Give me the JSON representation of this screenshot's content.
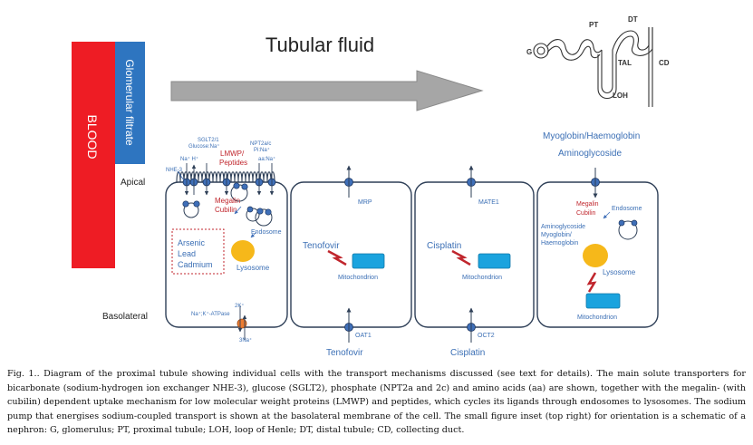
{
  "title": "Tubular fluid",
  "blood_label": "BLOOD",
  "filtrate_label": "Glomerular filtrate",
  "apical_label": "Apical",
  "basolateral_label": "Basolateral",
  "nephron_inset": {
    "g": "G",
    "pt": "PT",
    "dt": "DT",
    "tal": "TAL",
    "cd": "CD",
    "loh": "LOH"
  },
  "cell1": {
    "sglt": "SGLT2/1",
    "glucose": "Glucose:Na⁺",
    "npt": "NPT2a/c",
    "pi": "Pi:Na⁺",
    "na_h": "Na⁺  H⁺",
    "lmwp": "LMWP/",
    "peptides": "Peptides",
    "aa": "aa:Na⁺",
    "nhe": "NHE-3",
    "megalin": "Megalin",
    "cubilin": "Cubilin",
    "endosome": "Endosome",
    "arsenic": "Arsenic",
    "lead": "Lead",
    "cadmium": "Cadmium",
    "lysosome": "Lysosome",
    "atpase": "Na⁺;K⁺-ATPase",
    "k": "2K⁺",
    "na": "3Na⁺"
  },
  "cell2": {
    "mrp": "MRP",
    "drug": "Tenofovir",
    "mito": "Mitochondrion",
    "oat": "OAT1",
    "below": "Tenofovir"
  },
  "cell3": {
    "mate": "MATE1",
    "drug": "Cisplatin",
    "mito": "Mitochondrion",
    "oct": "OCT2",
    "below": "Cisplatin"
  },
  "cell4": {
    "top1": "Myoglobin/Haemoglobin",
    "top2": "Aminoglycoside",
    "megalin": "Megalin",
    "cubilin": "Cubilin",
    "endosome": "Endosome",
    "amino": "Aminoglycoside",
    "myo": "Myoglobin/",
    "haemo": "Haemoglobin",
    "lysosome": "Lysosome",
    "mito": "Mitochondrion"
  },
  "caption": {
    "label": "Fig. 1..",
    "text": " Diagram of the proximal tubule showing individual cells with the transport mechanisms discussed (see text for details). The main solute transporters for bicarbonate (sodium-hydrogen ion exchanger NHE-3), glucose (SGLT2), phosphate (NPT2a and 2c) and amino acids (aa) are shown, together with the megalin- (with cubilin) dependent uptake mechanism for low molecular weight proteins (LMWP) and peptides, which cycles its ligands through endosomes to lysosomes. The sodium pump that energises sodium-coupled transport is shown at the basolateral membrane of the cell. The small figure inset (top right) for orientation is a schematic of a nephron: G, glomerulus; PT, proximal tubule; LOH, loop of Henle; DT, distal tubule; CD, collecting duct."
  },
  "colors": {
    "blood": "#ee1c24",
    "filtrate": "#2e75c0",
    "membrane": "#2e3f57",
    "transporter": "#3f6fb8",
    "lysosome": "#f6b81a",
    "mitochondrion": "#1aa3de",
    "label_blue": "#3b6fb5",
    "label_red": "#c0262d",
    "arrow": "#a6a6a6",
    "pump": "#ed7d31"
  }
}
